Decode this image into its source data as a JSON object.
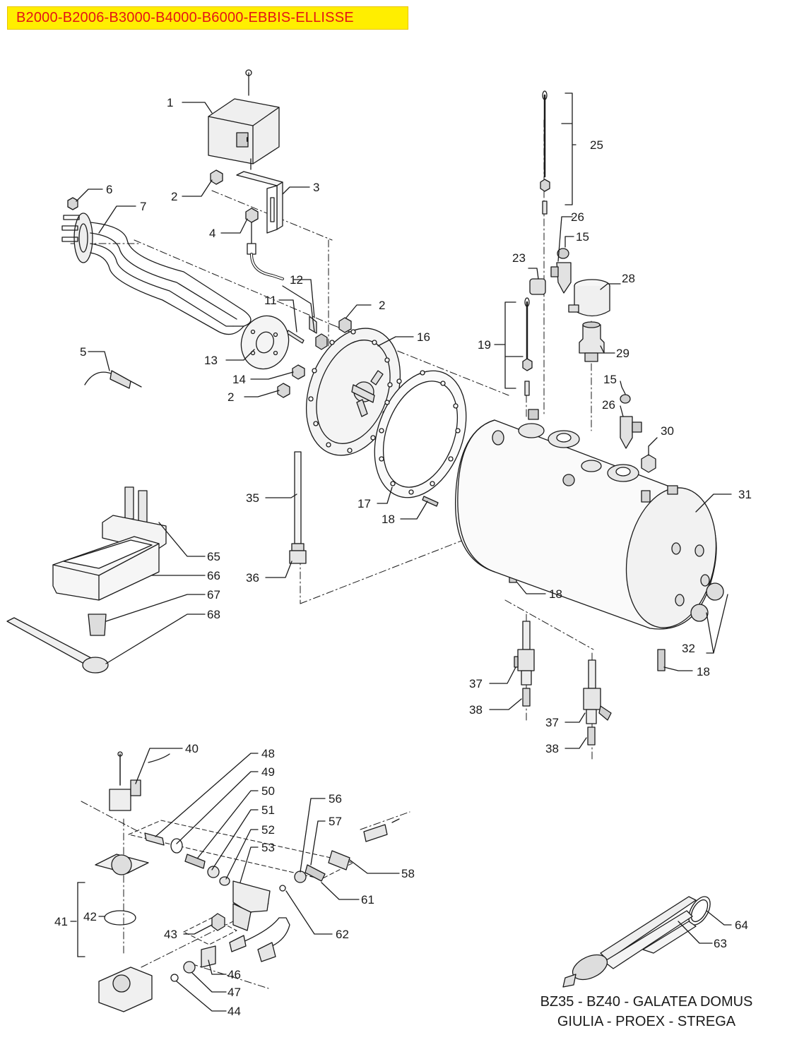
{
  "header": {
    "title": "B2000-B2006-B3000-B4000-B6000-EBBIS-ELLISSE",
    "title_color": "#e41515",
    "background_color": "#ffee00"
  },
  "footer": {
    "line1": "BZ35 - BZ40 - GALATEA DOMUS",
    "line2": "GIULIA - PROEX - STREGA"
  },
  "callouts": [
    "1",
    "2",
    "3",
    "4",
    "6",
    "7",
    "2",
    "12",
    "11",
    "13",
    "14",
    "2",
    "16",
    "5",
    "17",
    "18",
    "35",
    "36",
    "65",
    "66",
    "67",
    "68",
    "25",
    "26",
    "15",
    "23",
    "28",
    "19",
    "29",
    "15",
    "26",
    "30",
    "31",
    "18",
    "32",
    "18",
    "37",
    "38",
    "37",
    "38",
    "40",
    "48",
    "49",
    "50",
    "51",
    "52",
    "53",
    "56",
    "57",
    "58",
    "61",
    "62",
    "41",
    "42",
    "43",
    "46",
    "47",
    "44",
    "64",
    "63"
  ],
  "colors": {
    "line": "#1a1a1a",
    "part_fill": "#eeeeee",
    "shade": "#bdbdbd"
  }
}
